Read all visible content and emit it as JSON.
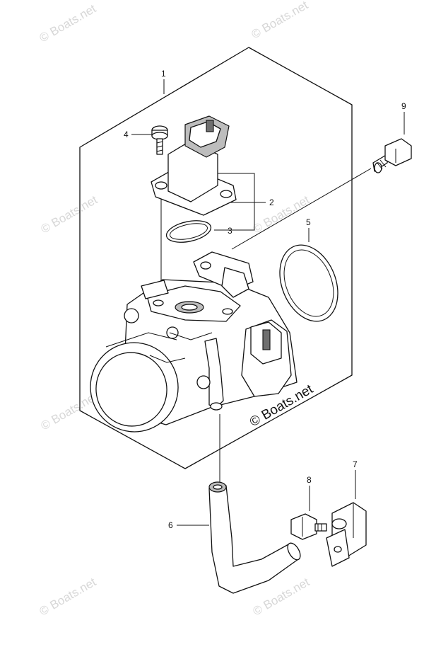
{
  "watermark": "© Boats.net",
  "copyright": "© Boats.net",
  "callouts": {
    "c1": "1",
    "c2": "2",
    "c3": "3",
    "c4": "4",
    "c5": "5",
    "c6": "6",
    "c7": "7",
    "c8": "8",
    "c9": "9"
  }
}
